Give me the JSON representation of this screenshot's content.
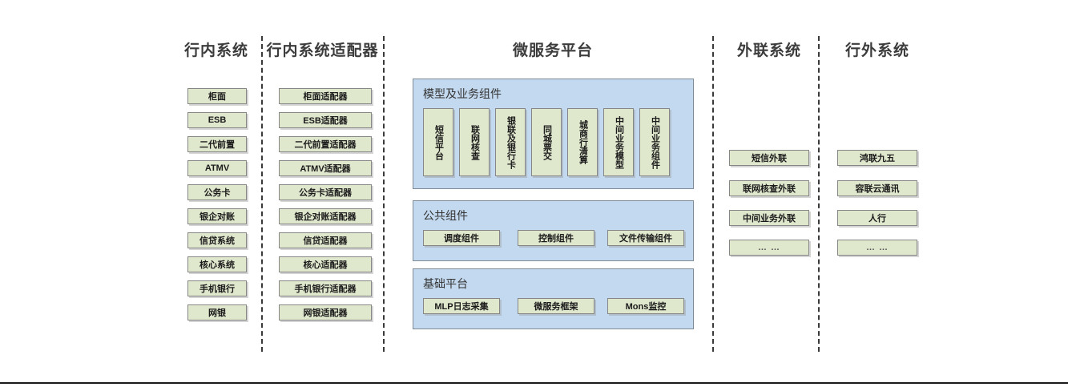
{
  "diagram": {
    "title_bar": "",
    "colors": {
      "node_fill": "#dfe7cd",
      "node_border": "#868686",
      "panel_fill": "#c3d9ef",
      "panel_border": "#7f8b97",
      "text": "#1b1b1b",
      "header_text": "#3c3c3c",
      "divider": "#3a3a3a"
    }
  },
  "columns": {
    "internal_systems": {
      "header": "行内系统",
      "items": [
        "柜面",
        "ESB",
        "二代前置",
        "ATMV",
        "公务卡",
        "银企对账",
        "信贷系统",
        "核心系统",
        "手机银行",
        "网银"
      ]
    },
    "internal_adapters": {
      "header": "行内系统适配器",
      "items": [
        "柜面适配器",
        "ESB适配器",
        "二代前置适配器",
        "ATMV适配器",
        "公务卡适配器",
        "银企对账适配器",
        "信贷适配器",
        "核心适配器",
        "手机银行适配器",
        "网银适配器"
      ]
    },
    "microservice_platform": {
      "header": "微服务平台",
      "panels": [
        {
          "title": "模型及业务组件",
          "orientation": "vertical",
          "items": [
            "短信平台",
            "联网核查",
            "银联及银行卡",
            "同城票交",
            "城商行清算",
            "中间业务模型",
            "中间业务组件"
          ]
        },
        {
          "title": "公共组件",
          "orientation": "horizontal",
          "items": [
            "调度组件",
            "控制组件",
            "文件传输组件"
          ]
        },
        {
          "title": "基础平台",
          "orientation": "horizontal",
          "items": [
            "MLP日志采集",
            "微服务框架",
            "Mons监控"
          ]
        }
      ]
    },
    "external_link_systems": {
      "header": "外联系统",
      "items": [
        "短信外联",
        "联网核查外联",
        "中间业务外联",
        "… …"
      ]
    },
    "outside_bank_systems": {
      "header": "行外系统",
      "items": [
        "鸿联九五",
        "容联云通讯",
        "人行",
        "… …"
      ]
    }
  }
}
